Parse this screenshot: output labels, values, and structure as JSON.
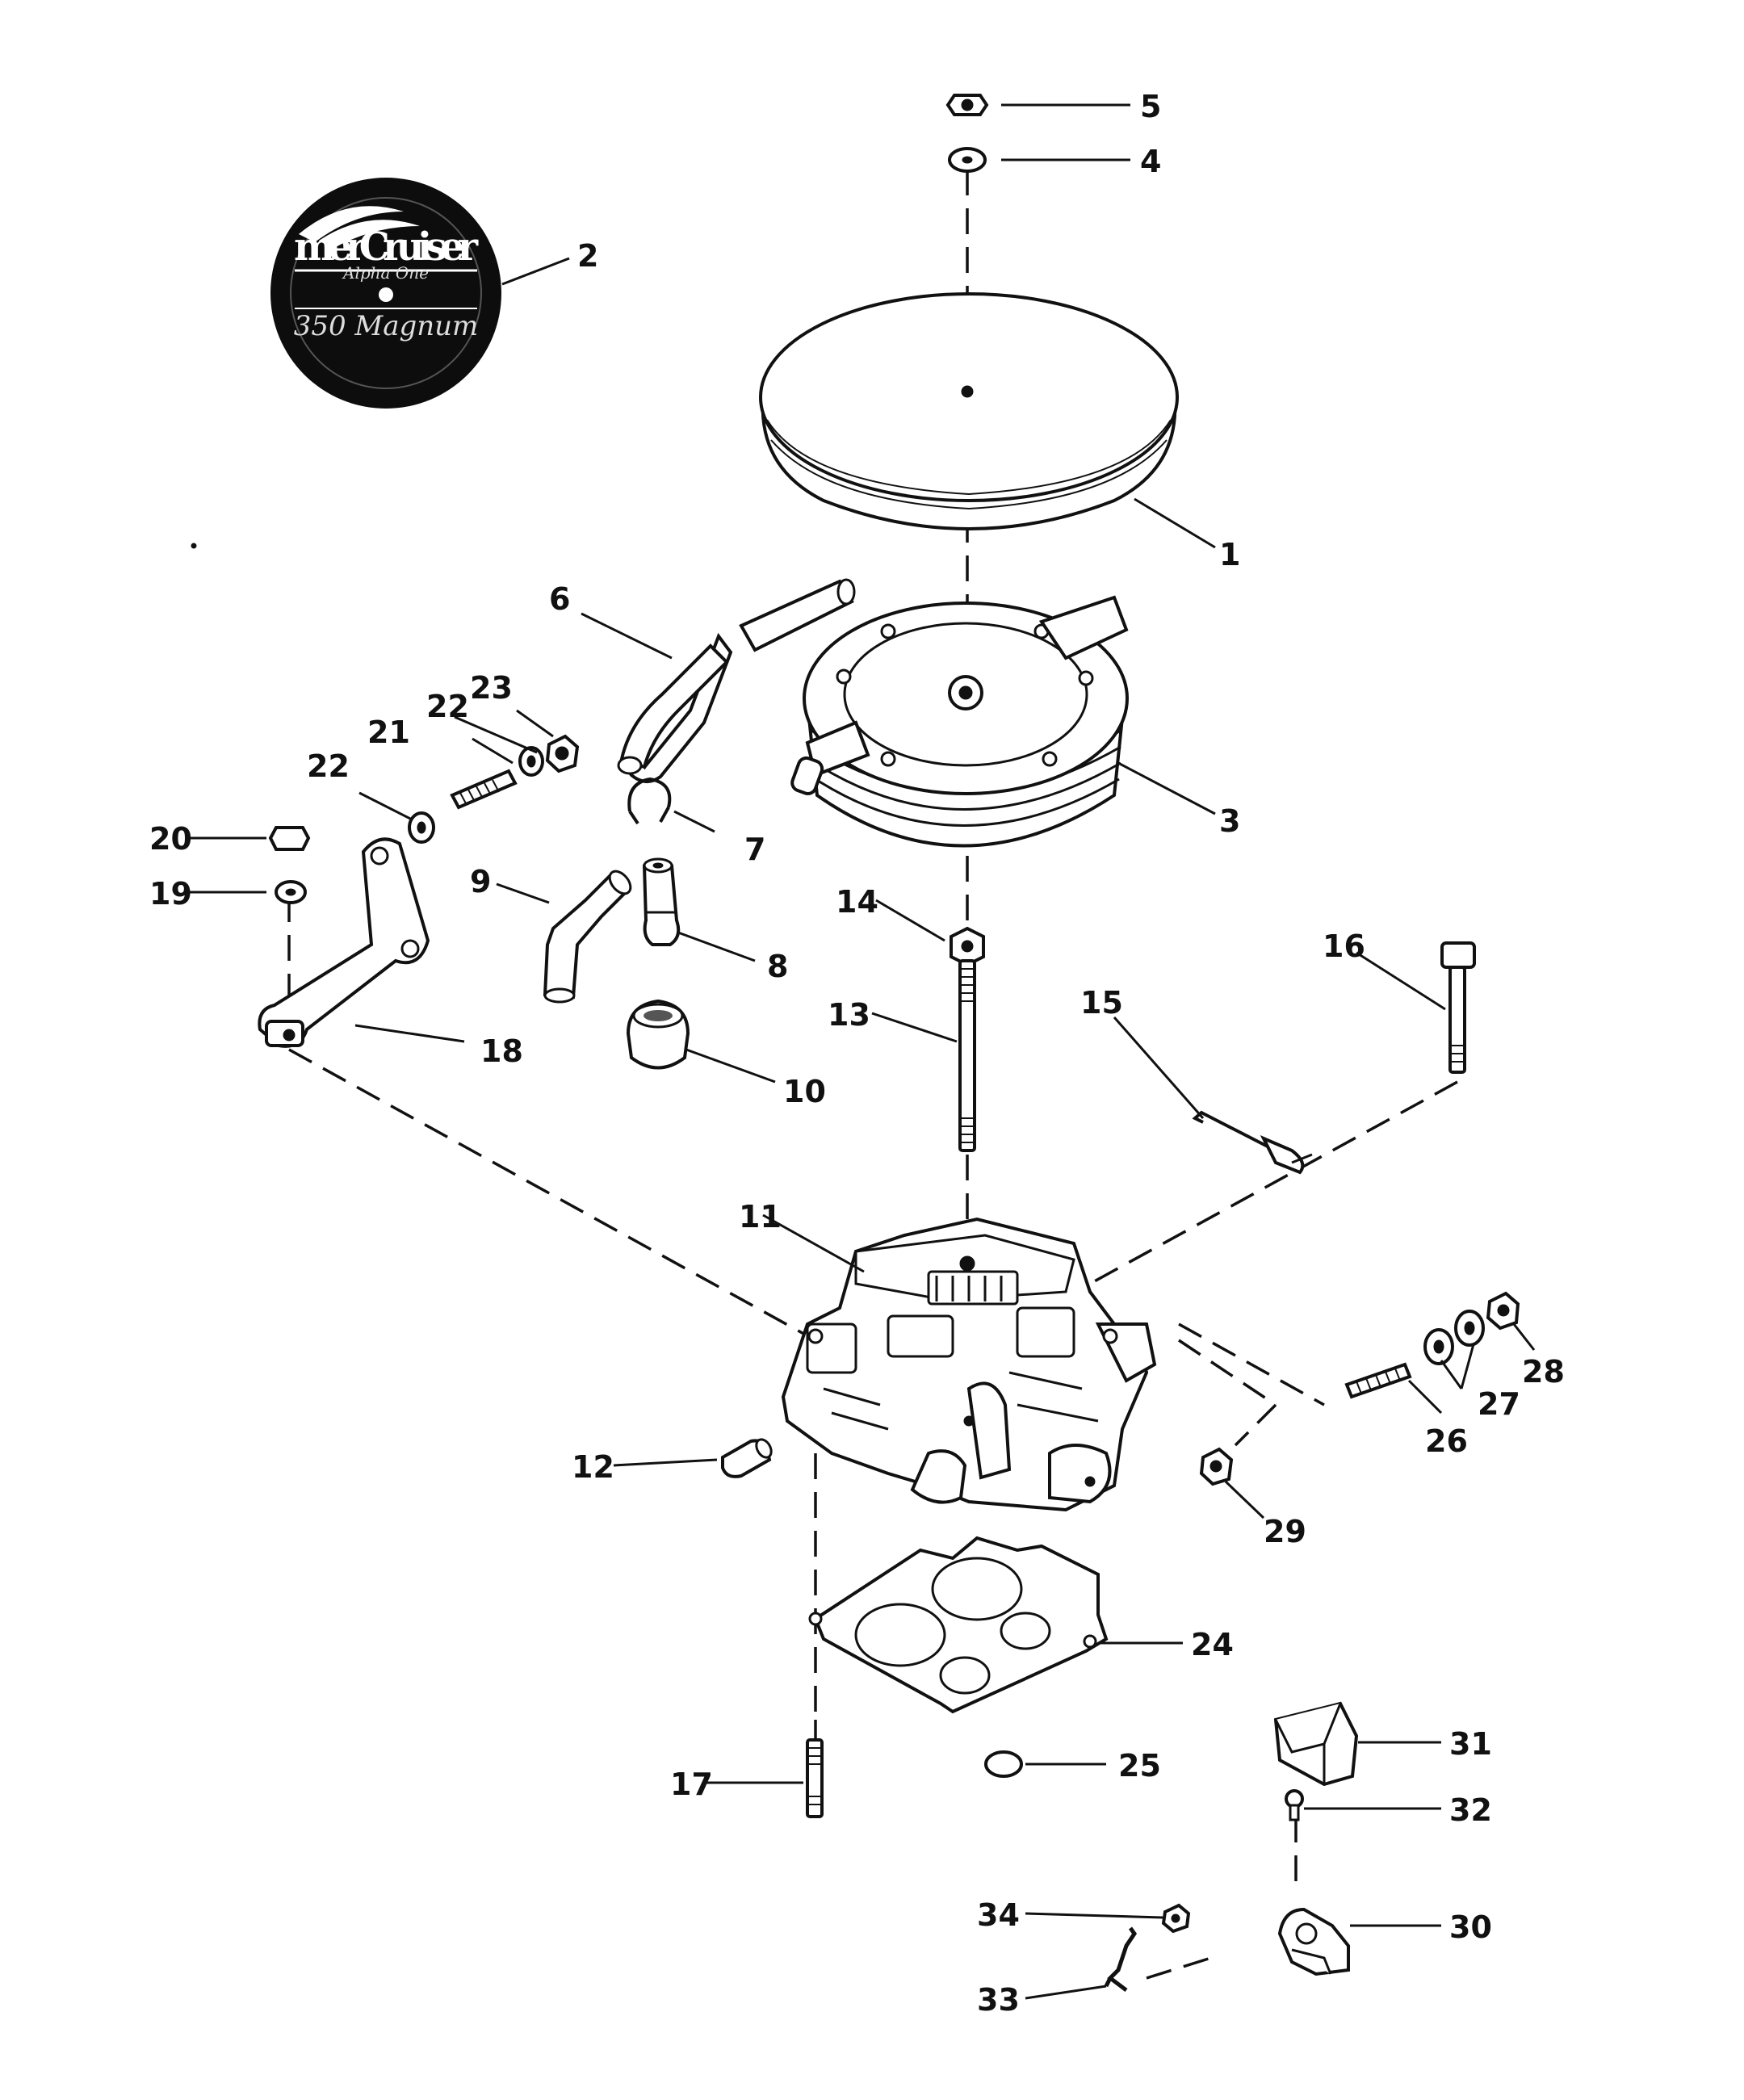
{
  "logo": {
    "brand": "merCruiser",
    "line2": "Alpha One",
    "line3": "350 Magnum"
  },
  "callouts": [
    "1",
    "2",
    "3",
    "4",
    "5",
    "6",
    "7",
    "8",
    "9",
    "10",
    "11",
    "12",
    "13",
    "14",
    "15",
    "16",
    "17",
    "18",
    "19",
    "20",
    "21",
    "22",
    "22",
    "23",
    "24",
    "25",
    "26",
    "27",
    "28",
    "29",
    "30",
    "31",
    "32",
    "33",
    "34"
  ]
}
